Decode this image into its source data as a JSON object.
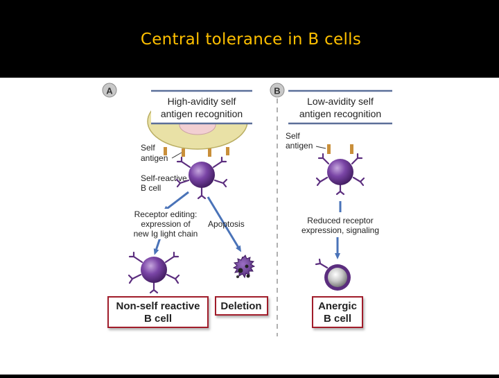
{
  "slide_title": "Central tolerance in B cells",
  "panel_a": {
    "letter": "A",
    "header_line1": "High-avidity self",
    "header_line2": "antigen recognition",
    "self_antigen_line1": "Self",
    "self_antigen_line2": "antigen",
    "self_reactive_line1": "Self-reactive",
    "self_reactive_line2": "B cell",
    "editing_line1": "Receptor editing:",
    "editing_line2": "expression of",
    "editing_line3": "new Ig light chain",
    "apoptosis": "Apoptosis",
    "outcome1_line1": "Non-self reactive",
    "outcome1_line2": "B cell",
    "outcome2": "Deletion"
  },
  "panel_b": {
    "letter": "B",
    "header_line1": "Low-avidity self",
    "header_line2": "antigen recognition",
    "self_antigen_line1": "Self",
    "self_antigen_line2": "antigen",
    "reduced_line1": "Reduced receptor",
    "reduced_line2": "expression, signaling",
    "outcome_line1": "Anergic",
    "outcome_line2": "B cell"
  },
  "colors": {
    "title": "#ffc000",
    "purple": "#5b2d7e",
    "arrow_blue": "#4a73b8",
    "box_border": "#a01e2a",
    "header_rule": "#5b6f99",
    "stromal_cell": "#e9e1a6"
  }
}
